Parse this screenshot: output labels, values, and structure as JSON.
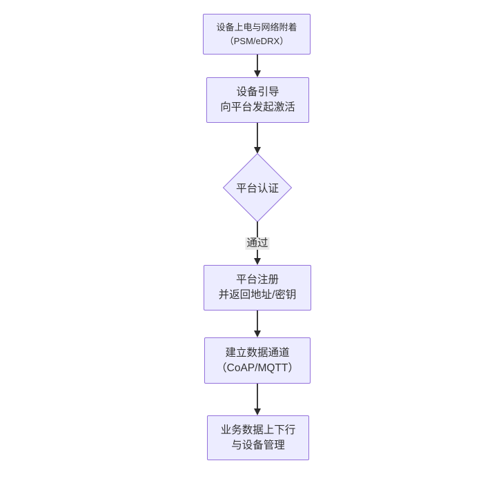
{
  "diagram": {
    "type": "flowchart",
    "direction": "top-down",
    "colors": {
      "background": "#ffffff",
      "node_fill": "#ececff",
      "node_border": "#9370db",
      "node_text": "#333333",
      "edge_line": "#3b3b3b",
      "arrowhead": "#2a2a2a",
      "edge_label_bg": "#e8e8e8",
      "edge_label_text": "#333333"
    },
    "nodes": [
      {
        "id": "power-network-attach",
        "shape": "rect",
        "lines": [
          "设备上电与网络附着",
          "（PSM/eDRX）"
        ]
      },
      {
        "id": "device-bootstrap",
        "shape": "rect",
        "lines": [
          "设备引导",
          "向平台发起激活"
        ]
      },
      {
        "id": "platform-auth",
        "shape": "diamond",
        "lines": [
          "平台认证"
        ]
      },
      {
        "id": "platform-register",
        "shape": "rect",
        "lines": [
          "平台注册",
          "并返回地址/密钥"
        ]
      },
      {
        "id": "data-channel",
        "shape": "rect",
        "lines": [
          "建立数据通道",
          "（CoAP/MQTT）"
        ]
      },
      {
        "id": "business-data",
        "shape": "rect",
        "lines": [
          "业务数据上下行",
          "与设备管理"
        ]
      }
    ],
    "edges": [
      {
        "from": "power-network-attach",
        "to": "device-bootstrap",
        "label": ""
      },
      {
        "from": "device-bootstrap",
        "to": "platform-auth",
        "label": ""
      },
      {
        "from": "platform-auth",
        "to": "platform-register",
        "label": "通过"
      },
      {
        "from": "platform-register",
        "to": "data-channel",
        "label": ""
      },
      {
        "from": "data-channel",
        "to": "business-data",
        "label": ""
      }
    ]
  }
}
